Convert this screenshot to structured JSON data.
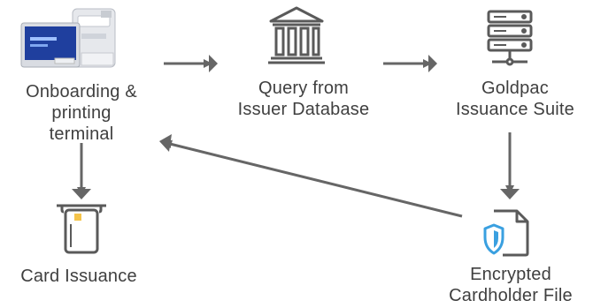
{
  "nodes": {
    "terminal": {
      "label": "Onboarding &\nprinting\nterminal",
      "icon": "kiosk-terminal-icon"
    },
    "query": {
      "label": "Query from\nIssuer Database",
      "icon": "bank-building-icon"
    },
    "suite": {
      "label": "Goldpac\nIssuance Suite",
      "icon": "server-stack-icon"
    },
    "card": {
      "label": "Card Issuance",
      "icon": "card-slot-icon"
    },
    "file": {
      "label": "Encrypted\nCardholder File",
      "icon": "shield-document-icon"
    }
  },
  "colors": {
    "arrow": "#666666",
    "icon": "#5a5a5a",
    "shield": "#3aa0e0",
    "card_chip": "#f5c44a"
  }
}
